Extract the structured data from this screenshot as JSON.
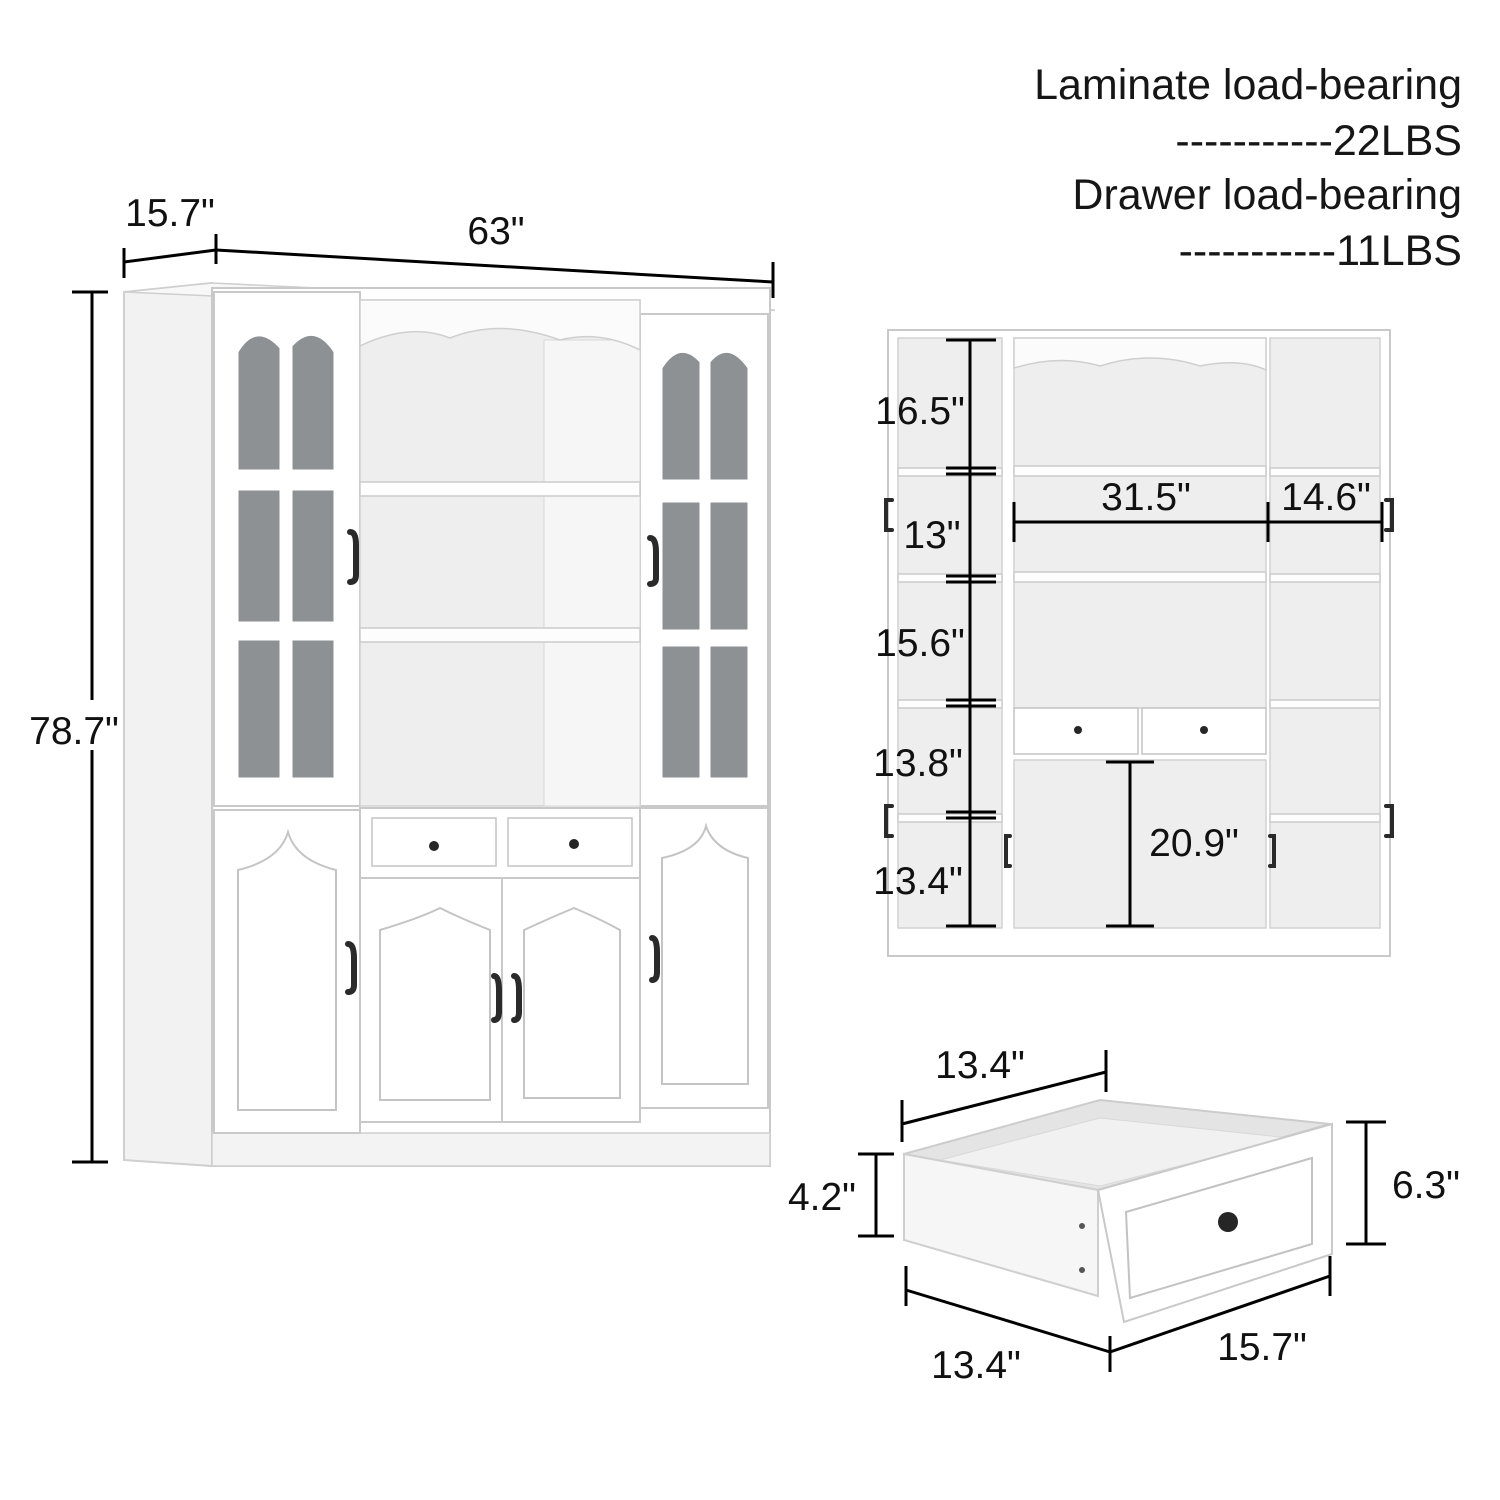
{
  "specs": {
    "laminate_label": "Laminate load-bearing",
    "laminate_value": "-----------22LBS",
    "drawer_label": "Drawer load-bearing",
    "drawer_value": "-----------11LBS"
  },
  "cabinet": {
    "depth": "15.7\"",
    "width": "63\"",
    "height": "78.7\""
  },
  "interior": {
    "shelf_heights": [
      "16.5\"",
      "13\"",
      "15.6\"",
      "13.8\"",
      "13.4\""
    ],
    "center_width": "31.5\"",
    "side_width": "14.6\"",
    "lower_opening": "20.9\""
  },
  "drawer": {
    "inner_width": "13.4\"",
    "inner_depth": "13.4\"",
    "front_width": "15.7\"",
    "side_height": "4.2\"",
    "front_height": "6.3\""
  },
  "colors": {
    "cabinet": "#ffffff",
    "glass": "#8e9194",
    "hardware": "#262626",
    "dimension_lines": "#000000"
  }
}
